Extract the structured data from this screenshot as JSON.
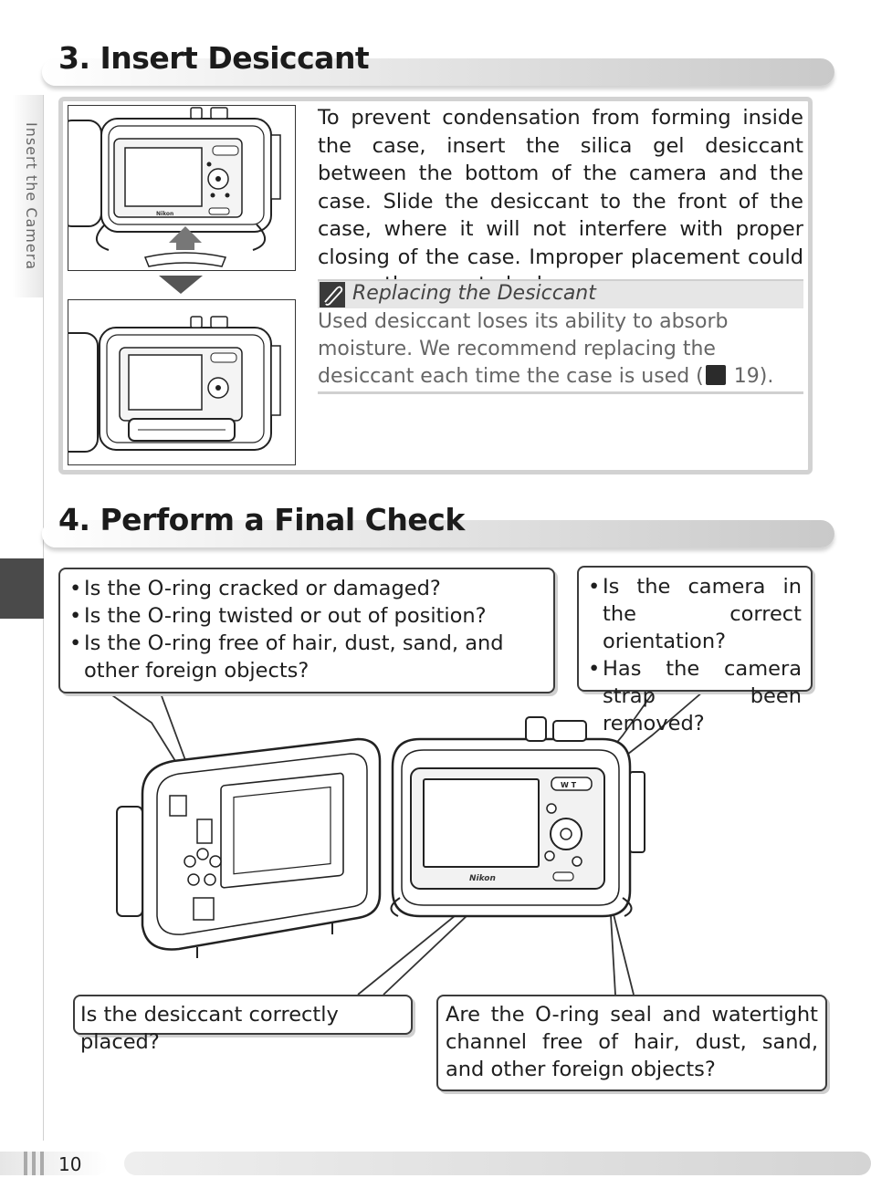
{
  "side_tab": {
    "label": "Insert the Camera"
  },
  "section3": {
    "heading": "3. Insert Desiccant",
    "body": "To prevent condensation from forming inside the case, insert the silica gel desiccant between the bottom of the camera and the case.  Slide the desiccant to the front of the case, where it will not interfere with proper closing of the case.  Improper placement could cause the case to leak.",
    "note": {
      "title": "Replacing the Desiccant",
      "text_before": "Used desiccant loses its ability to absorb moisture. We recommend replacing the desiccant each time the case is used (",
      "page_ref": "19",
      "text_after": ")."
    },
    "camera_brand": "Nikon"
  },
  "section4": {
    "heading": "4. Perform a Final Check",
    "callout_oring": [
      "Is the O-ring cracked or damaged?",
      "Is the O-ring twisted or out of position?",
      "Is the O-ring free of hair, dust, sand, and other foreign objects?"
    ],
    "callout_camera": [
      "Is the camera in the correct orientation?",
      "Has the camera strap been removed?"
    ],
    "callout_desiccant": "Is the desiccant correctly placed?",
    "callout_channel": "Are the O-ring seal and watertight channel free of hair, dust, sand, and other foreign objects?",
    "camera_brand": "Nikon",
    "zoom_label": "W  T"
  },
  "footer": {
    "page_number": "10"
  }
}
